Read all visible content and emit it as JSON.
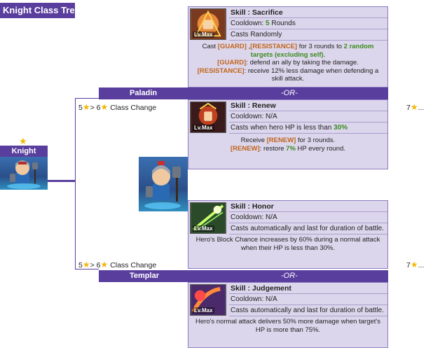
{
  "page": {
    "title": "Knight Class Tree"
  },
  "hero": {
    "name": "Knight",
    "star": "★"
  },
  "paladin": {
    "name": "Paladin",
    "or_label": "-OR-",
    "change": {
      "from": "5",
      "arrow": ">",
      "to": "6",
      "label": "Class Change"
    },
    "right_stars": {
      "count": "7",
      "ellipsis": "..."
    }
  },
  "templar": {
    "name": "Templar",
    "or_label": "-OR-",
    "change": {
      "from": "5",
      "arrow": ">",
      "to": "6",
      "label": "Class Change"
    },
    "right_stars": {
      "count": "7",
      "ellipsis": "..."
    }
  },
  "skills": {
    "sacrifice": {
      "name": "Skill : Sacrifice",
      "cooldown_prefix": "Cooldown: ",
      "cooldown_value": "5",
      "cooldown_suffix": " Rounds",
      "trigger": "Casts Randomly",
      "lv": "Lv.Max",
      "desc": {
        "p1a": "Cast ",
        "guard": "[GUARD]",
        "comma": " ,",
        "resistance": "[RESISTANCE]",
        "p1b": " for 3 rounds to ",
        "targets": "2 random targets (excluding self)",
        "p1c": ".",
        "guard2": "[GUARD]",
        "p2": ": defend an ally by taking the damage.",
        "resistance2": "[RESISTANCE]",
        "p3": ": receive 12% less damage when defending a skill attack."
      }
    },
    "renew": {
      "name": "Skill : Renew",
      "cooldown": "Cooldown: N/A",
      "trigger_prefix": "Casts when hero HP is less than ",
      "trigger_value": "30%",
      "lv": "Lv.Max",
      "desc": {
        "p1a": "Receive ",
        "renew": "[RENEW]",
        "p1b": " for 3 rounds.",
        "renew2": "[RENEW]",
        "p2a": ": restore ",
        "pct": "7%",
        "p2b": " HP every round."
      }
    },
    "honor": {
      "name": "Skill : Honor",
      "cooldown": "Cooldown: N/A",
      "trigger": "Casts automatically and last for duration of battle.",
      "lv": "Lv.Max",
      "desc": "Hero's Block Chance increases by 60% during a normal attack when their HP is less than 30%."
    },
    "judgement": {
      "name": "Skill : Judgement",
      "cooldown": "Cooldown: N/A",
      "trigger": "Casts automatically and last for duration of battle.",
      "lv": "Lv.Max",
      "desc": "Hero's normal attack delivers 50% more damage when target's HP is more than 75%."
    }
  },
  "colors": {
    "accent": "#5a3e9e",
    "panel": "#dcd6ec",
    "highlight_orange": "#c0641a",
    "highlight_green": "#3b8a1e",
    "star": "#f2b705"
  }
}
